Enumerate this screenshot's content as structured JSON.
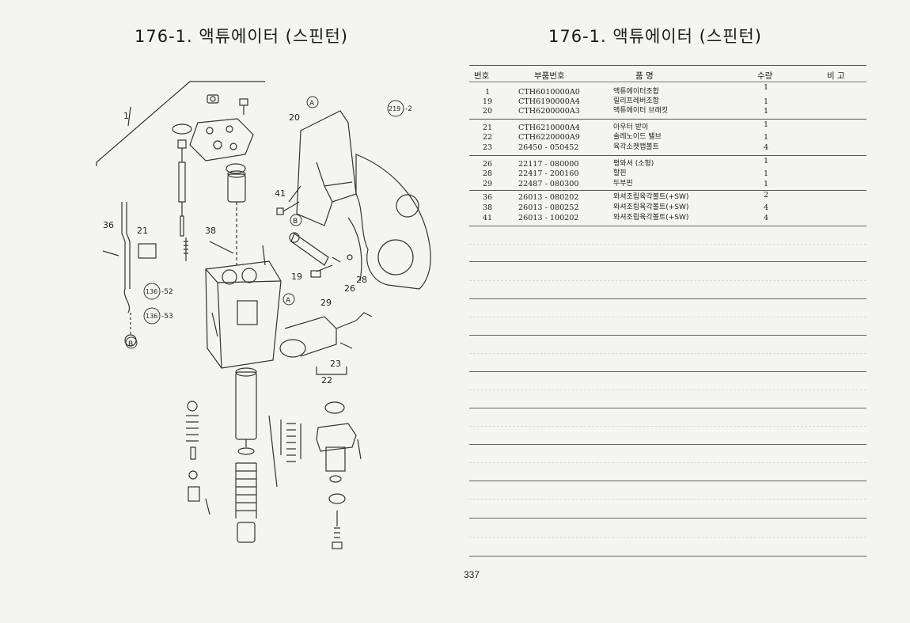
{
  "titles": {
    "left": "176-1. 액튜에이터 (스핀턴)",
    "right": "176-1. 액튜에이터 (스핀턴)"
  },
  "table": {
    "headers": {
      "no": "번호",
      "part_no": "부품번호",
      "name": "품 명",
      "qty": "수량",
      "remarks": "비 고"
    },
    "groups": [
      [
        {
          "no": "1",
          "part_no": "CTH6010000A0",
          "name": "액튜에이터조합",
          "qty": "1"
        },
        {
          "no": "19",
          "part_no": "CTH6190000A4",
          "name": "릴리프레버조합",
          "qty": "1"
        },
        {
          "no": "20",
          "part_no": "CTH6200000A3",
          "name": "액튜에이터 브래킷",
          "qty": "1"
        }
      ],
      [
        {
          "no": "21",
          "part_no": "CTH6210000A4",
          "name": "아우터 받이",
          "qty": "1"
        },
        {
          "no": "22",
          "part_no": "CTH6220000A9",
          "name": "솔레노이드 밸브",
          "qty": "1"
        },
        {
          "no": "23",
          "part_no": "26450 - 050452",
          "name": "육각소켓캡볼트",
          "qty": "4"
        }
      ],
      [
        {
          "no": "26",
          "part_no": "22117 - 080000",
          "name": "평와셔 (소형)",
          "qty": "1"
        },
        {
          "no": "28",
          "part_no": "22417 - 200160",
          "name": "할핀",
          "qty": "1"
        },
        {
          "no": "29",
          "part_no": "22487 - 080300",
          "name": "두부핀",
          "qty": "1"
        }
      ],
      [
        {
          "no": "36",
          "part_no": "26013 - 080202",
          "name": "와셔조립육각볼트(+SW)",
          "qty": "2"
        },
        {
          "no": "38",
          "part_no": "26013 - 080252",
          "name": "와셔조립육각볼트(+SW)",
          "qty": "4"
        },
        {
          "no": "41",
          "part_no": "26013 - 100202",
          "name": "와셔조립육각볼트(+SW)",
          "qty": "4"
        }
      ]
    ]
  },
  "diagram": {
    "callouts": [
      "1",
      "20",
      "41",
      "36",
      "21",
      "38",
      "19",
      "28",
      "26",
      "29",
      "23",
      "22"
    ],
    "refs": {
      "a": "A",
      "b": "B",
      "ref_219": "219",
      "ref_219_suffix": "-2",
      "ref_136": "136",
      "ref_136_52": "-52",
      "ref_136_53": "-53"
    }
  },
  "page_number": "337"
}
